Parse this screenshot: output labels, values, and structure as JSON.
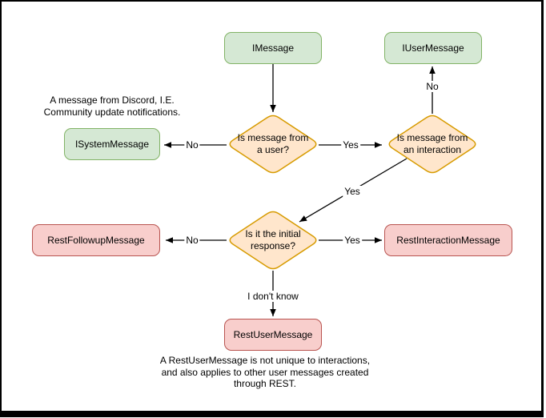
{
  "diagram": {
    "title_hint": "Discord message type decision flowchart",
    "nodes": {
      "imessage": {
        "label": "IMessage",
        "shape": "rounded-rect",
        "color": "#d5e8d4"
      },
      "iusermessage": {
        "label": "IUserMessage",
        "shape": "rounded-rect",
        "color": "#d5e8d4"
      },
      "isystemmessage": {
        "label": "ISystemMessage",
        "shape": "rounded-rect",
        "color": "#d5e8d4"
      },
      "restfollowupmessage": {
        "label": "RestFollowupMessage",
        "shape": "rounded-rect",
        "color": "#f8cecc"
      },
      "restinteractionmessage": {
        "label": "RestInteractionMessage",
        "shape": "rounded-rect",
        "color": "#f8cecc"
      },
      "restusermessage": {
        "label": "RestUserMessage",
        "shape": "rounded-rect",
        "color": "#f8cecc"
      },
      "decision_from_user": {
        "label": "Is message from\na user?",
        "shape": "diamond",
        "color": "#ffe6cc"
      },
      "decision_interaction": {
        "label": "Is message from\nan interaction",
        "shape": "diamond",
        "color": "#ffe6cc"
      },
      "decision_initial": {
        "label": "Is it the initial\nresponse?",
        "shape": "diamond",
        "color": "#ffe6cc"
      }
    },
    "edge_labels": {
      "from_user_no": "No",
      "from_user_yes": "Yes",
      "interaction_no": "No",
      "interaction_yes": "Yes",
      "initial_no": "No",
      "initial_yes": "Yes",
      "initial_unknown": "I don't know"
    },
    "notes": {
      "system_note": "A message from Discord, I.E.\nCommunity update notifications.",
      "restuser_note": "A RestUserMessage is not unique to interactions,\nand also applies to other user messages created\nthrough REST."
    },
    "palette": {
      "interface_fill": "#d5e8d4",
      "interface_stroke": "#82b366",
      "decision_fill": "#ffe6cc",
      "decision_stroke": "#d79b00",
      "rest_fill": "#f8cecc",
      "rest_stroke": "#b85450",
      "line_color": "#000000",
      "background": "#ffffff",
      "frame": "#000000"
    }
  }
}
